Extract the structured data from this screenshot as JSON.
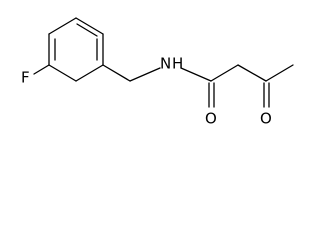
{
  "molecule": {
    "atoms": {
      "fluorine": "F",
      "nitrogen": "N",
      "hydrogen": "H",
      "amide_oxygen": "O",
      "ketone_oxygen": "O"
    }
  }
}
